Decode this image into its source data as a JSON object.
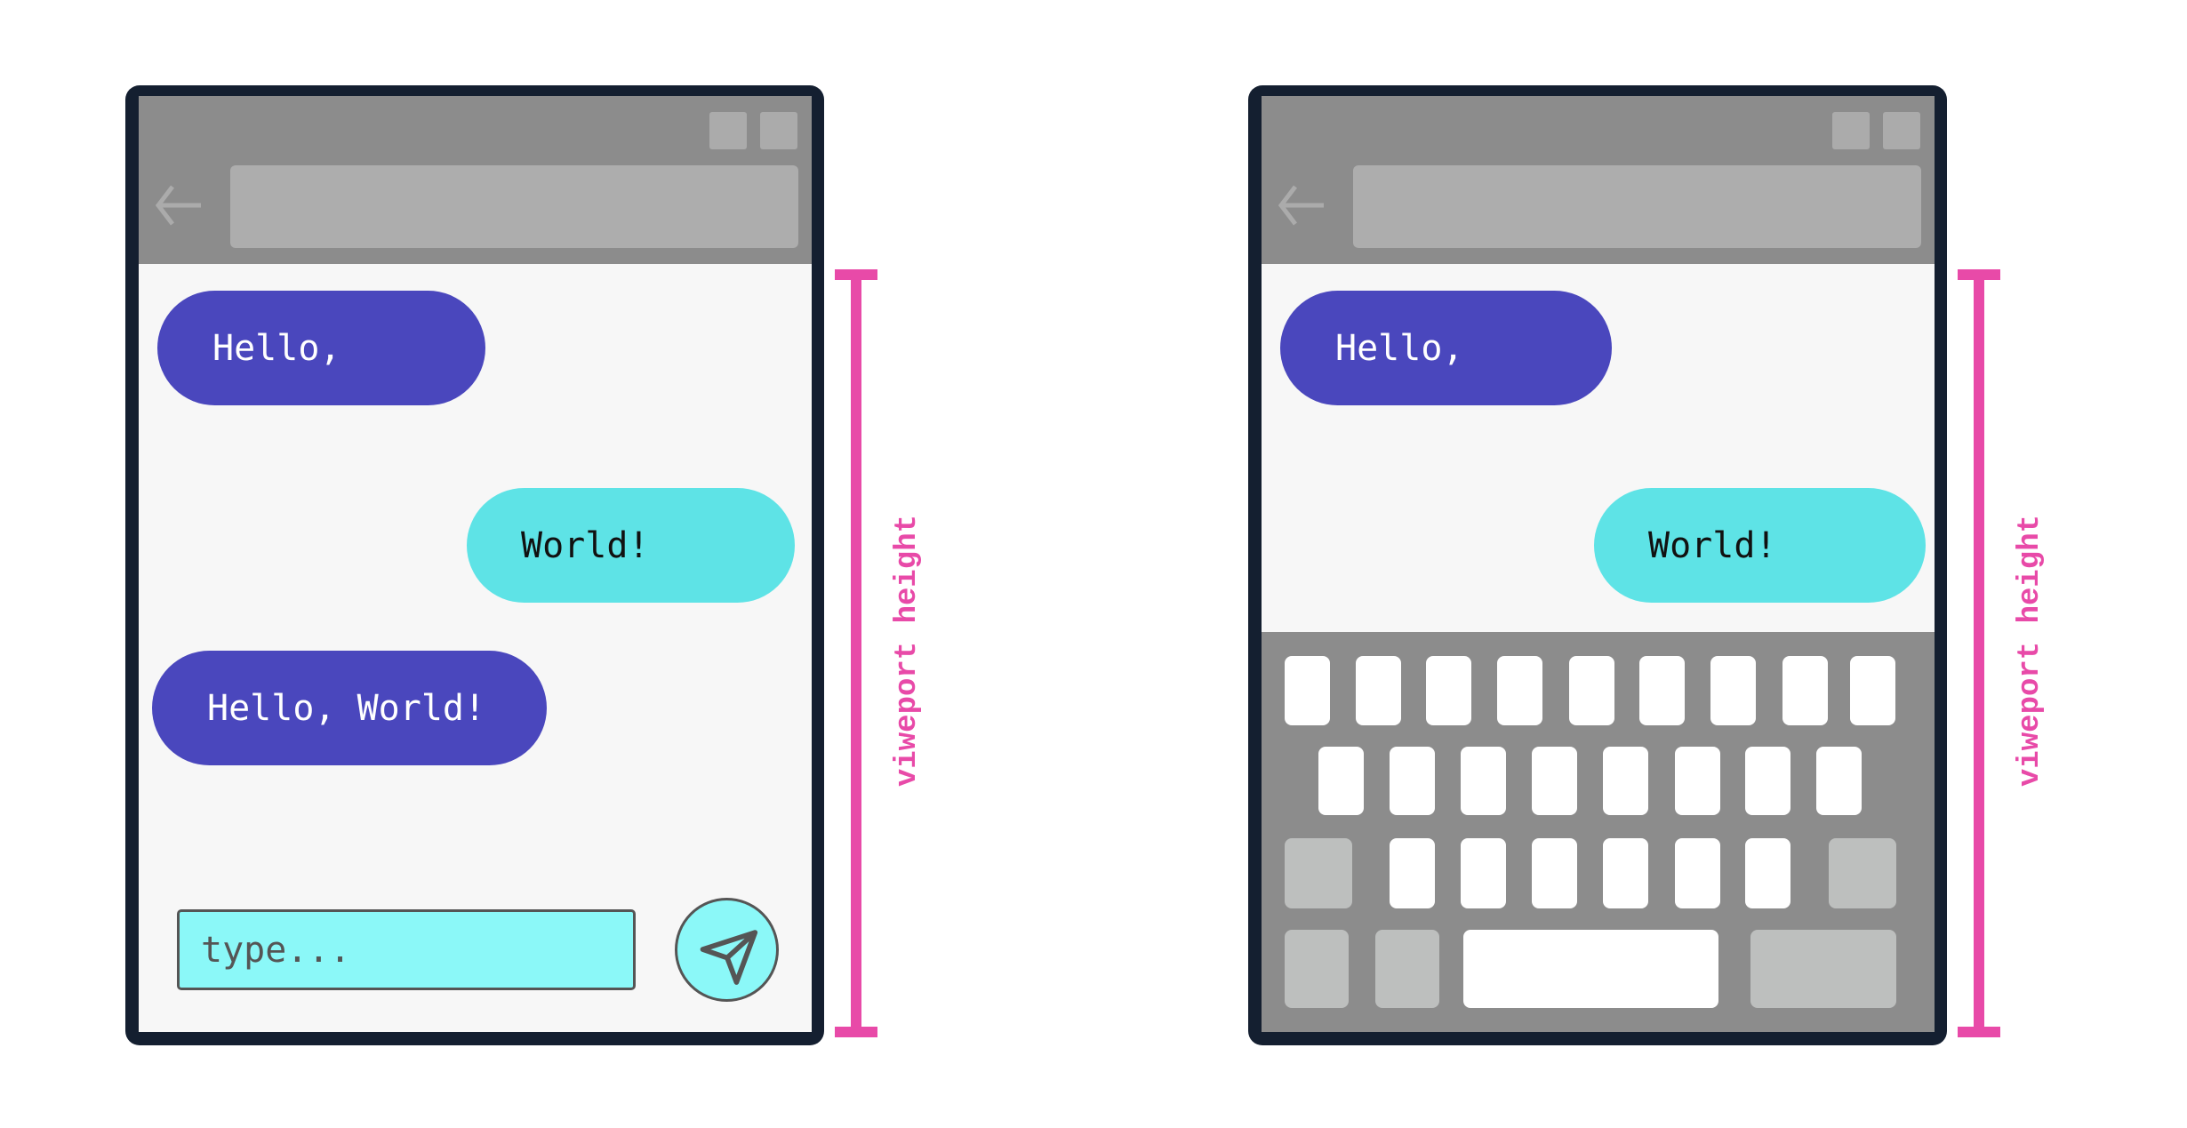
{
  "colors": {
    "frame": "#141f30",
    "header": "#8c8c8c",
    "header_controls": "#ababab",
    "chat_background": "#f7f7f7",
    "incoming_bubble": "#4a47bd",
    "outgoing_bubble": "#5ee3e6",
    "input_background": "#8bf8f8",
    "keyboard_background": "#8c8c8c",
    "key": "#ffffff",
    "modifier_key": "#bdbfbe",
    "annotation": "#e84aa8"
  },
  "left_phone": {
    "state": "keyboard-hidden",
    "header": {
      "back_icon": "arrow-left-icon",
      "address_bar": "",
      "window_buttons": 2
    },
    "messages": [
      {
        "side": "incoming",
        "text": "Hello,"
      },
      {
        "side": "outgoing",
        "text": "World!"
      },
      {
        "side": "incoming",
        "text": "Hello, World!"
      }
    ],
    "composer": {
      "placeholder": "type...",
      "send_icon": "paper-plane-icon"
    },
    "annotation": {
      "label": "viweport height"
    }
  },
  "right_phone": {
    "state": "keyboard-shown",
    "header": {
      "back_icon": "arrow-left-icon",
      "address_bar": "",
      "window_buttons": 2
    },
    "messages": [
      {
        "side": "incoming",
        "text": "Hello,"
      },
      {
        "side": "outgoing",
        "text": "World!"
      }
    ],
    "keyboard": {
      "rows": [
        {
          "keys": 9,
          "type": "letters"
        },
        {
          "keys": 8,
          "type": "letters"
        },
        {
          "keys": 8,
          "type": "letters-with-shift-and-backspace"
        },
        {
          "keys": 4,
          "type": "bottom-row-with-space"
        }
      ]
    },
    "annotation": {
      "label": "viweport height"
    }
  }
}
